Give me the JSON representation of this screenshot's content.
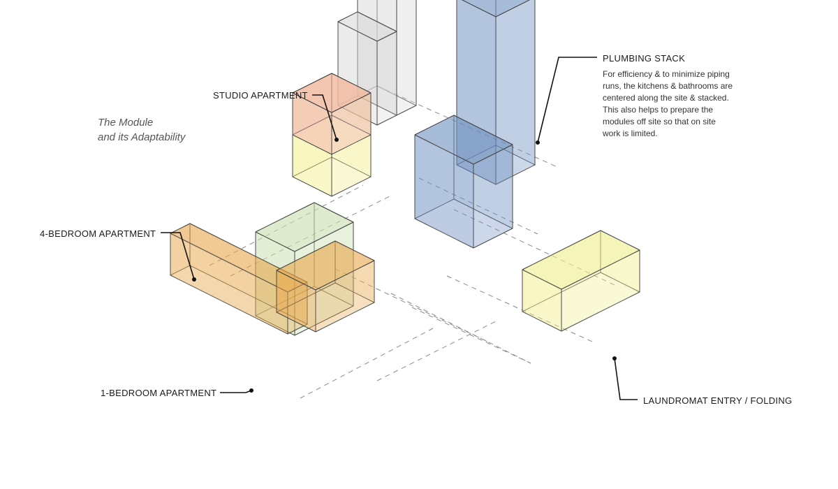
{
  "title": {
    "line1": "The Module",
    "line2": "and its Adaptability"
  },
  "labels": {
    "studio": "STUDIO APARTMENT",
    "four_bedroom": "4-BEDROOM APARTMENT",
    "one_bedroom": "1-BEDROOM APARTMENT",
    "plumbing": "PLUMBING STACK",
    "laundromat": "LAUNDROMAT ENTRY / FOLDING"
  },
  "plumbing_description": [
    "For efficiency & to minimize piping",
    "runs, the kitchens & bathrooms are",
    "centered along the site & stacked.",
    "This also helps to prepare the",
    "modules off site so that on site",
    "work is limited."
  ],
  "colors": {
    "studio": "#f2a7ab",
    "studio_stack": "#d9d9d9",
    "four_bedroom": "#e8a64a",
    "one_bedroom": "#c8dfae",
    "plumbing": "#6d8fc0",
    "laundromat": "#f1ee8a",
    "yellow_accent": "#f3ee86",
    "line": "#4a4a4a"
  }
}
